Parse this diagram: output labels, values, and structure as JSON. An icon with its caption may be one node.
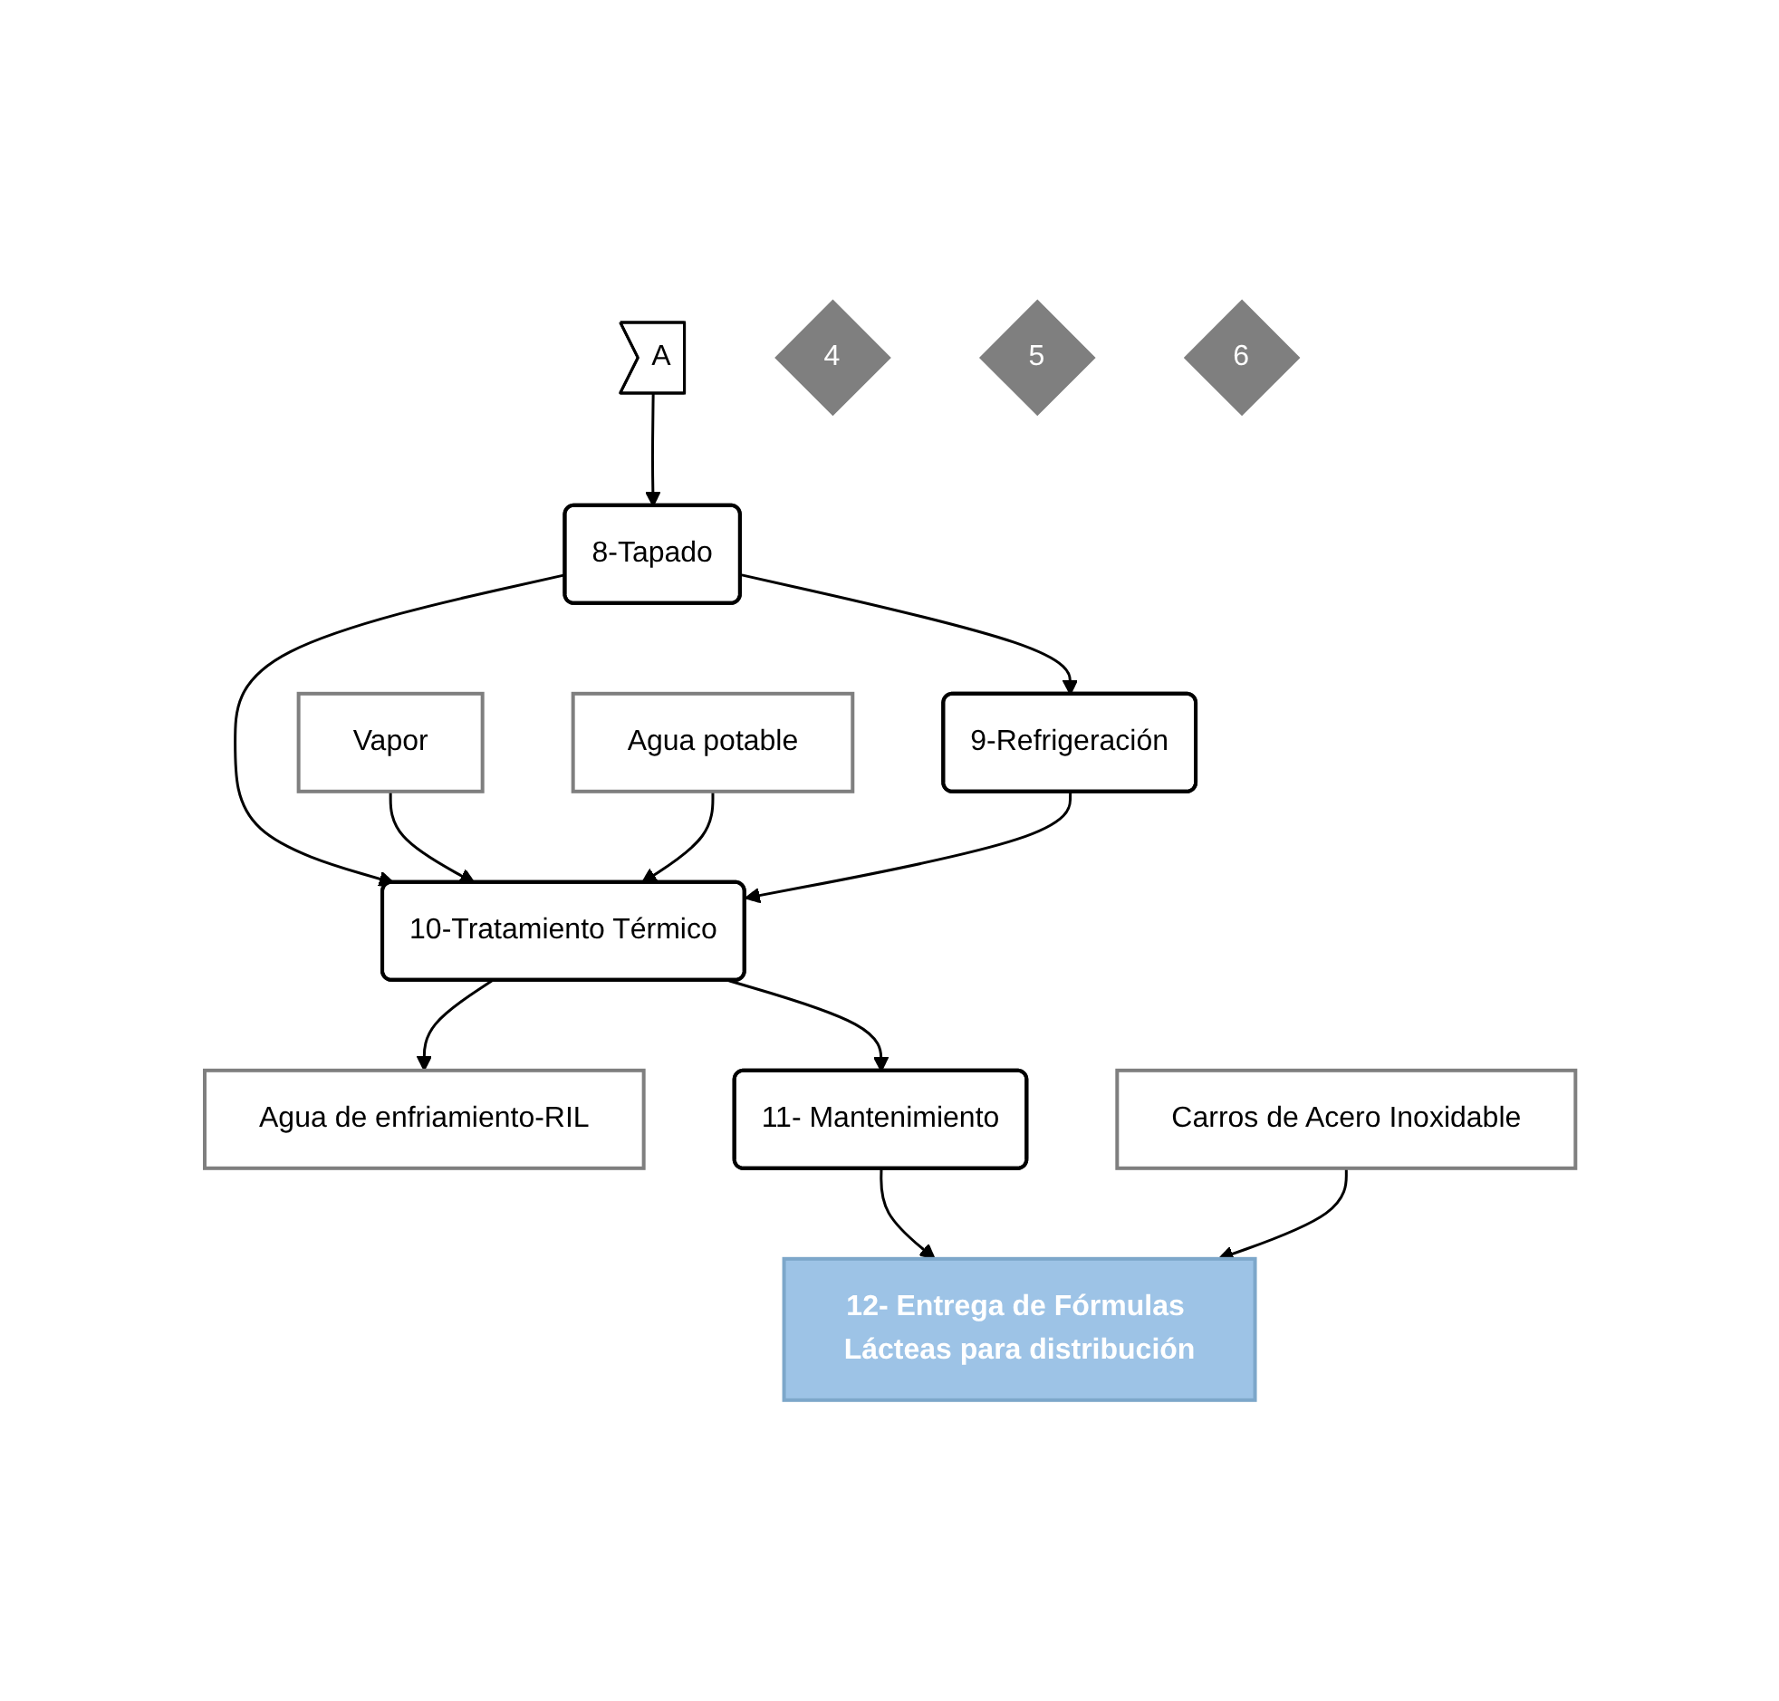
{
  "diagram": {
    "nodes": [
      {
        "text": [
          "A"
        ]
      },
      {
        "text": [
          "8-Tapado"
        ]
      },
      {
        "text": [
          "Vapor"
        ]
      },
      {
        "text": [
          "Agua potable"
        ]
      },
      {
        "text": [
          "4"
        ]
      },
      {
        "text": [
          "9-Refrigeración"
        ]
      },
      {
        "text": [
          "5"
        ]
      },
      {
        "text": [
          "10-Tratamiento Térmico"
        ]
      },
      {
        "text": [
          "Agua de enfriamiento-RIL"
        ]
      },
      {
        "text": [
          "6"
        ]
      },
      {
        "text": [
          "11- Mantenimiento"
        ]
      },
      {
        "text": [
          "Carros de Acero Inoxidable"
        ]
      },
      {
        "text": [
          "12- Entrega de Fórmulas Lácteas para distribución"
        ]
      }
    ],
    "edges": [
      {
        "from": 0,
        "to": 1,
        "arrow": "to"
      },
      {
        "from": 1,
        "to": 7,
        "arrow": "to"
      },
      {
        "from": 2,
        "to": 7,
        "arrow": "to"
      },
      {
        "from": 3,
        "to": 7,
        "arrow": "to"
      },
      {
        "from": 1,
        "to": 5,
        "arrow": "to"
      },
      {
        "from": 5,
        "to": 7,
        "arrow": "to"
      },
      {
        "from": 7,
        "to": 10,
        "arrow": "to"
      },
      {
        "from": 7,
        "to": 8,
        "arrow": "to"
      },
      {
        "from": 10,
        "to": 12,
        "arrow": "to"
      },
      {
        "from": 11,
        "to": 12,
        "arrow": "to"
      }
    ]
  }
}
